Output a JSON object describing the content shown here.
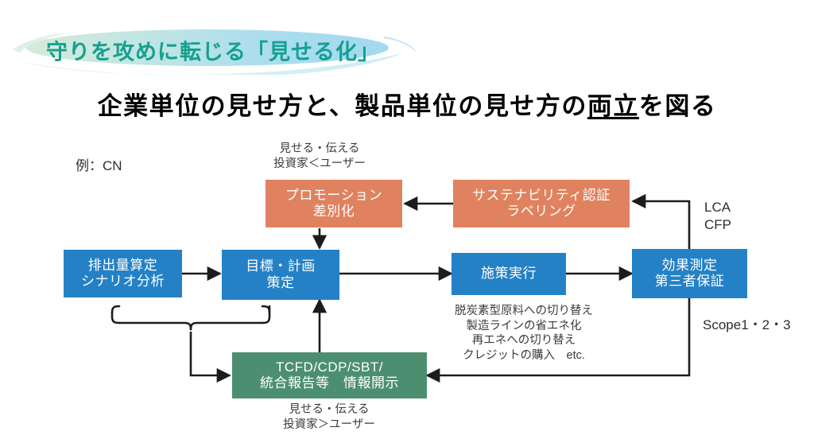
{
  "header": {
    "badge_text": "守りを攻めに転じる「見せる化」",
    "badge_text_color": "#16a08f",
    "badge_gradient_start": "#cfe9dc",
    "badge_gradient_end": "#a8dcf1"
  },
  "title": {
    "before": "企業単位の見せ方と、製品単位の見せ方の",
    "underlined": "両立",
    "after": "を図る"
  },
  "diagram": {
    "example_label": "例：CN",
    "colors": {
      "blue": "#2481c6",
      "orange": "#e0825f",
      "green": "#4c8f70",
      "wire": "#1c1c1c"
    },
    "nodes": [
      {
        "id": "promotion",
        "color": "orange",
        "lines": [
          "プロモーション",
          "差別化"
        ]
      },
      {
        "id": "certification",
        "color": "orange",
        "lines": [
          "サステナビリティ認証",
          "ラベリング"
        ]
      },
      {
        "id": "emissions",
        "color": "blue",
        "lines": [
          "排出量算定",
          "シナリオ分析"
        ]
      },
      {
        "id": "planning",
        "color": "blue",
        "lines": [
          "目標・計画",
          "策定"
        ]
      },
      {
        "id": "execution",
        "color": "blue",
        "lines": [
          "施策実行"
        ]
      },
      {
        "id": "measurement",
        "color": "blue",
        "lines": [
          "効果測定",
          "第三者保証"
        ]
      },
      {
        "id": "disclosure",
        "color": "green",
        "lines": [
          "TCFD/CDP/SBT/",
          "統合報告等　情報開示"
        ]
      }
    ],
    "annotations": {
      "top_caption": {
        "line1": "見せる・伝える",
        "line2": "投資家＜ユーザー"
      },
      "bottom_caption": {
        "line1": "見せる・伝える",
        "line2": "投資家＞ユーザー"
      },
      "measures": [
        "脱炭素型原料への切り替え",
        "製造ラインの省エネ化",
        "再エネへの切り替え",
        "クレジットの購入　etc."
      ],
      "lca": {
        "line1": "LCA",
        "line2": "CFP"
      },
      "scope": "Scope1・2・3"
    }
  }
}
